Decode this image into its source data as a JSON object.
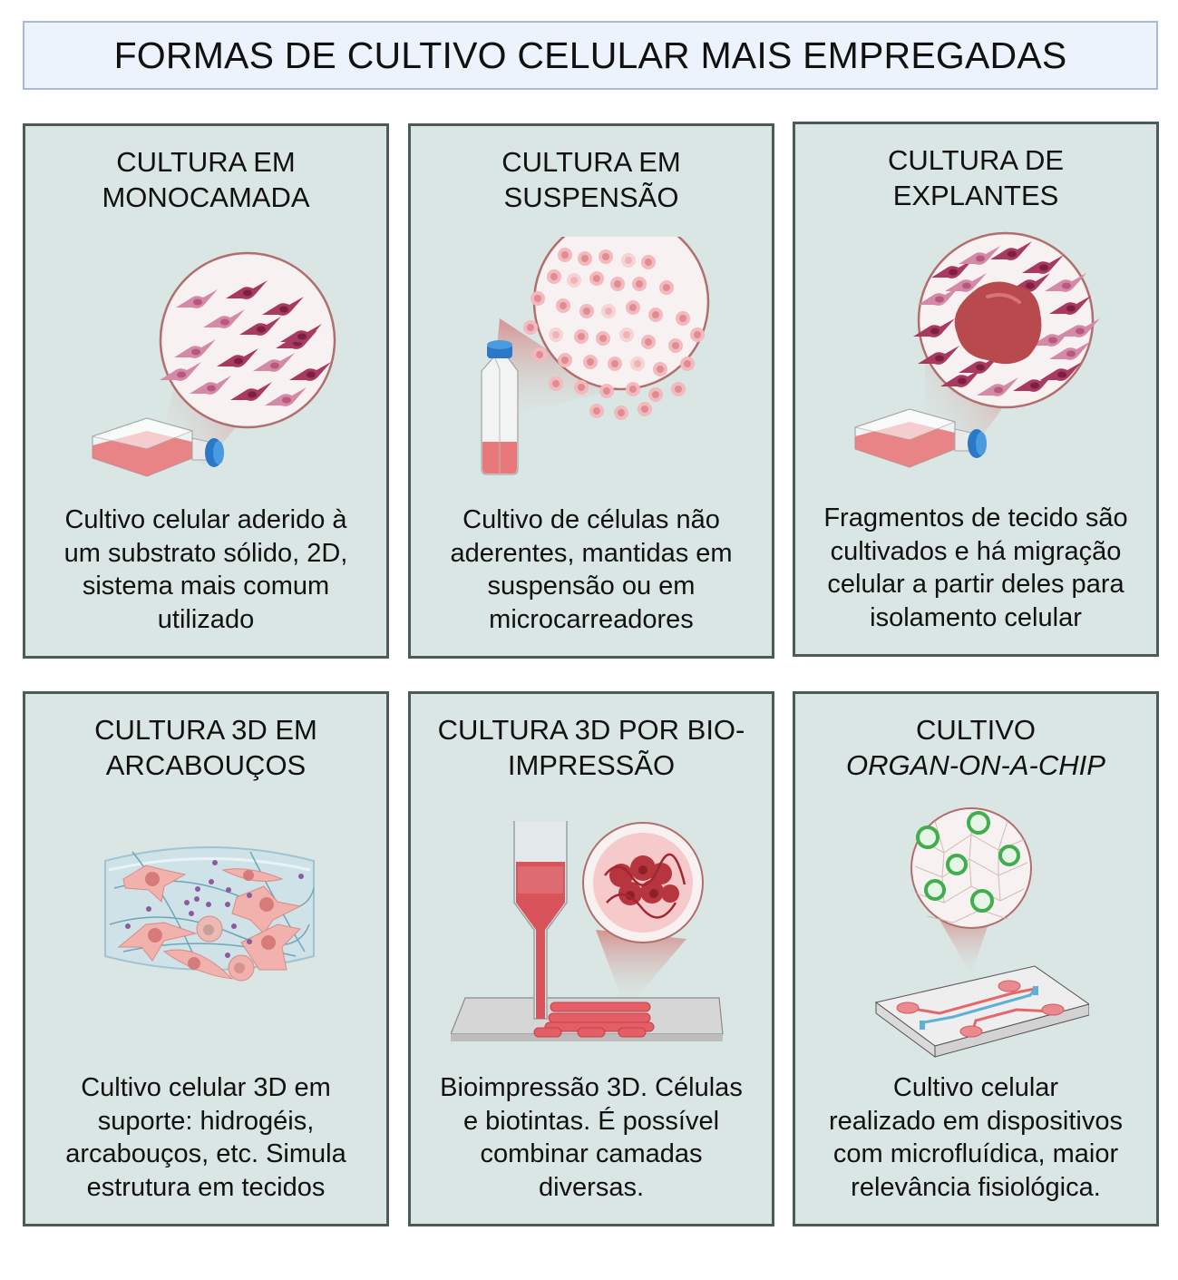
{
  "title": "FORMAS DE CULTIVO CELULAR MAIS EMPREGADAS",
  "colors": {
    "panel_bg": "#d9e6e3",
    "panel_border": "#4c5a59",
    "title_bg": "#edf3fc",
    "title_border": "#a8badb",
    "cell_magenta": "#a8395f",
    "cell_pink": "#d98ea6",
    "medium_red": "#e07a7a",
    "cap_blue": "#2a78c8",
    "organoid_green": "#3fae4f"
  },
  "panels": [
    {
      "heading_line1": "CULTURA EM",
      "heading_line2": "MONOCAMADA",
      "illustration": "flask-with-adherent-cells-magnified",
      "desc_lines": [
        "Cultivo celular aderido à",
        "um substrato sólido, 2D,",
        "sistema mais comum",
        "utilizado"
      ]
    },
    {
      "heading_line1": "CULTURA EM",
      "heading_line2": "SUSPENSÃO",
      "illustration": "upright-flask-with-suspended-round-cells",
      "desc_lines": [
        "Cultivo de células não",
        "aderentes, mantidas em",
        "suspensão ou em",
        "microcarreadores"
      ]
    },
    {
      "heading_line1": "CULTURA  DE",
      "heading_line2": "EXPLANTES",
      "illustration": "flask-with-tissue-explant-and-migrating-cells",
      "desc_lines": [
        "Fragmentos de tecido são",
        "cultivados e há migração",
        "celular a partir deles para",
        "isolamento celular"
      ]
    },
    {
      "heading_line1": "CULTURA 3D EM",
      "heading_line2": "ARCABOUÇOS",
      "illustration": "hydrogel-scaffold-with-cells-and-fibers",
      "desc_lines": [
        "Cultivo celular 3D  em",
        "suporte:  hidrogéis,",
        "arcabouços, etc. Simula",
        "estrutura em tecidos"
      ]
    },
    {
      "heading_line1": "CULTURA 3D POR BIO-",
      "heading_line2": "IMPRESSÃO",
      "illustration": "bioprinter-nozzle-printing-bioink-with-cell-cluster",
      "desc_lines": [
        "Bioimpressão 3D. Células",
        "e  biotintas. É possível",
        "combinar camadas",
        "diversas."
      ]
    },
    {
      "heading_line1": "CULTIVO",
      "heading_line2": "ORGAN-ON-A-CHIP",
      "heading_line2_italic": true,
      "illustration": "microfluidic-chip-with-organoids-magnified",
      "desc_lines": [
        "Cultivo celular",
        "realizado em dispositivos",
        "com microfluídica, maior",
        "relevância fisiológica."
      ]
    }
  ]
}
